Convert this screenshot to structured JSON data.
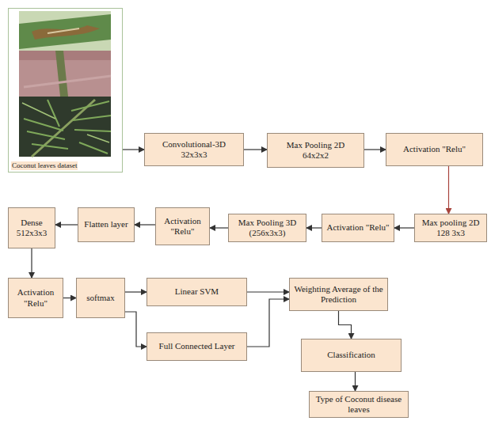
{
  "diagram": {
    "nodes": [
      {
        "text": [
          "Coconut leaves dataset"
        ]
      },
      {
        "text": [
          "Convolutional-3D",
          "32x3x3"
        ]
      },
      {
        "text": [
          "Max Pooling 2D",
          "64x2x2"
        ]
      },
      {
        "text": [
          "Activation \"Relu\""
        ]
      },
      {
        "text": [
          "Max pooling 2D",
          "128 3x3"
        ]
      },
      {
        "text": [
          "Activation \"Relu\""
        ]
      },
      {
        "text": [
          "Max Pooling 3D",
          "(256x3x3)"
        ]
      },
      {
        "text": [
          "Activation \"Relu\""
        ]
      },
      {
        "text": [
          "Flatten layer"
        ]
      },
      {
        "text": [
          "Dense",
          "512x3x3"
        ]
      },
      {
        "text": [
          "Activation \"Relu\""
        ]
      },
      {
        "text": [
          "softmax"
        ]
      },
      {
        "text": [
          "Linear SVM"
        ]
      },
      {
        "text": [
          "Full Connected Layer"
        ]
      },
      {
        "text": [
          "Weighting Average of the Prediction"
        ]
      },
      {
        "text": [
          "Classification"
        ]
      },
      {
        "text": [
          "Type of Coconut disease leaves"
        ]
      }
    ],
    "edges": [
      {
        "from": 0,
        "to": 1,
        "arrow": "to"
      },
      {
        "from": 1,
        "to": 2,
        "arrow": "to"
      },
      {
        "from": 2,
        "to": 3,
        "arrow": "to"
      },
      {
        "from": 3,
        "to": 4,
        "arrow": "to"
      },
      {
        "from": 4,
        "to": 5,
        "arrow": "to"
      },
      {
        "from": 5,
        "to": 6,
        "arrow": "to"
      },
      {
        "from": 6,
        "to": 7,
        "arrow": "to"
      },
      {
        "from": 7,
        "to": 8,
        "arrow": "to"
      },
      {
        "from": 8,
        "to": 9,
        "arrow": "to"
      },
      {
        "from": 9,
        "to": 10,
        "arrow": "to"
      },
      {
        "from": 10,
        "to": 11,
        "arrow": "to"
      },
      {
        "from": 11,
        "to": 12,
        "arrow": "to"
      },
      {
        "from": 11,
        "to": 13,
        "arrow": "to"
      },
      {
        "from": 12,
        "to": 14,
        "arrow": "to"
      },
      {
        "from": 13,
        "to": 14,
        "arrow": "to"
      },
      {
        "from": 14,
        "to": 15,
        "arrow": "to"
      },
      {
        "from": 15,
        "to": 16,
        "arrow": "to"
      }
    ]
  }
}
